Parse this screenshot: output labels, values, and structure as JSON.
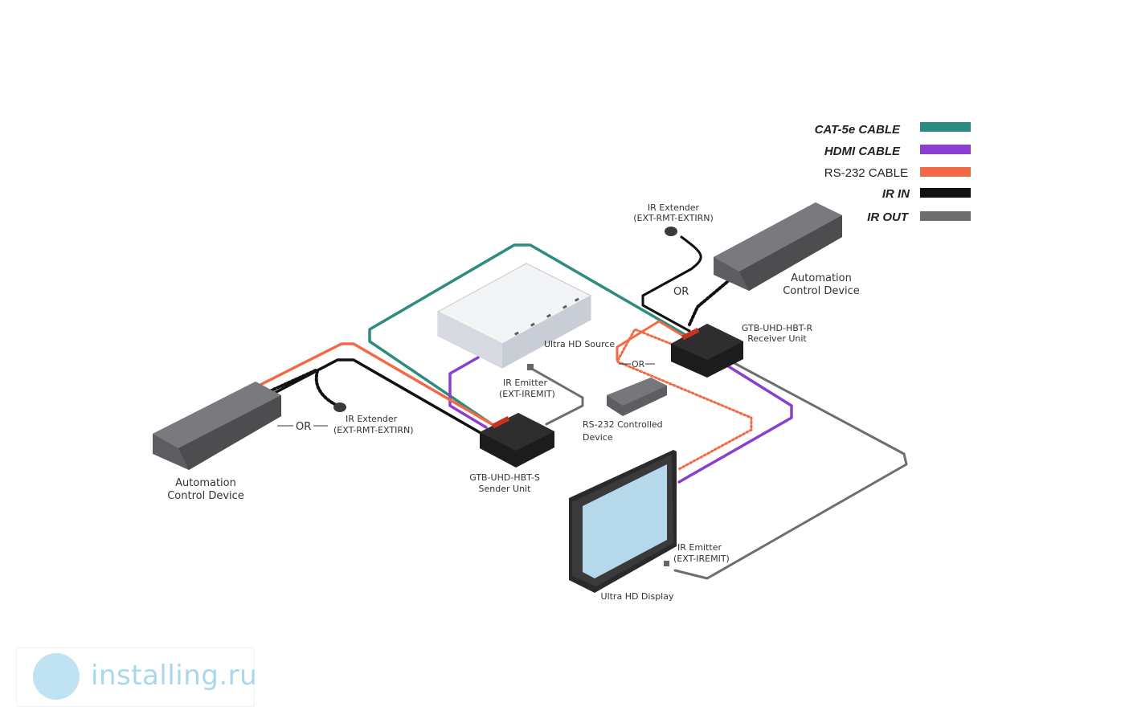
{
  "legend": [
    {
      "label": "CAT-5e CABLE",
      "color": "#2e8b80",
      "style": "bold"
    },
    {
      "label": "HDMI CABLE",
      "color": "#8b3fd0",
      "style": "bold"
    },
    {
      "label": "RS-232 CABLE",
      "color": "#f26a45",
      "style": "regular"
    },
    {
      "label": "IR IN",
      "color": "#111111",
      "style": "bold"
    },
    {
      "label": "IR OUT",
      "color": "#6e6e6e",
      "style": "bold"
    }
  ],
  "devices": {
    "source": "Ultra HD Source",
    "sender_model": "GTB-UHD-HBT-S",
    "sender_name": "Sender Unit",
    "receiver_model": "GTB-UHD-HBT-R",
    "receiver_name": "Receiver Unit",
    "automation_left_1": "Automation",
    "automation_left_2": "Control Device",
    "automation_right_1": "Automation",
    "automation_right_2": "Control Device",
    "rs232_1": "RS-232 Controlled",
    "rs232_2": "Device",
    "display": "Ultra HD Display"
  },
  "accessories": {
    "ir_extender_left_1": "IR Extender",
    "ir_extender_left_2": "(EXT-RMT-EXTIRN)",
    "ir_extender_right_1": "IR Extender",
    "ir_extender_right_2": "(EXT-RMT-EXTIRN)",
    "ir_emitter_src_1": "IR Emitter",
    "ir_emitter_src_2": "(EXT-IREMIT)",
    "ir_emitter_disp_1": "IR Emitter",
    "ir_emitter_disp_2": "(EXT-IREMIT)"
  },
  "or_labels": {
    "left": "OR",
    "right": "OR",
    "middle": "OR"
  },
  "watermark": "installing.ru"
}
